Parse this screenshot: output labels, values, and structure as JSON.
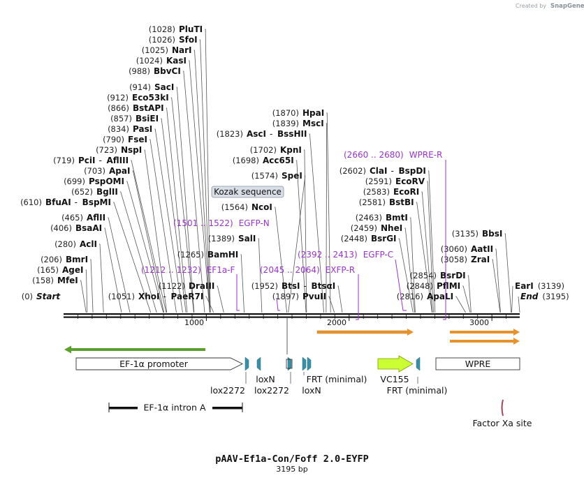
{
  "brand": {
    "created_by": "Created by",
    "app": "SnapGene"
  },
  "title": "pAAV-Ef1a-Con/Foff 2.0-EYFP",
  "length_label": "3195 bp",
  "colors": {
    "primer": "#9a32cd",
    "green_arrow": "#5aa02c",
    "orange_arrow": "#e8922c",
    "yfp": "#ccff33",
    "loxp": "#3a8fa6",
    "kozak_bg": "#d8dde6"
  },
  "ruler": {
    "start": 0,
    "end": 3195,
    "ticks": [
      1000,
      2000,
      3000
    ],
    "tick_labels": [
      "1000",
      "2000",
      "3000"
    ]
  },
  "sites": [
    {
      "pos": "(1028)",
      "name": "PluTI",
      "bp": 1028
    },
    {
      "pos": "(1026)",
      "name": "SfoI",
      "bp": 1026
    },
    {
      "pos": "(1025)",
      "name": "NarI",
      "bp": 1025
    },
    {
      "pos": "(1024)",
      "name": "KasI",
      "bp": 1024
    },
    {
      "pos": "(988)",
      "name": "BbvCI",
      "bp": 988
    },
    {
      "pos": "(914)",
      "name": "SacI",
      "bp": 914
    },
    {
      "pos": "(912)",
      "name": "Eco53kI",
      "bp": 912
    },
    {
      "pos": "(866)",
      "name": "BstAPI",
      "bp": 866
    },
    {
      "pos": "(857)",
      "name": "BsiEI",
      "bp": 857
    },
    {
      "pos": "(834)",
      "name": "PasI",
      "bp": 834
    },
    {
      "pos": "(790)",
      "name": "FseI",
      "bp": 790
    },
    {
      "pos": "(723)",
      "name": "NspI",
      "bp": 723
    },
    {
      "pos": "(719)",
      "name": "PciI",
      "name2": "AflIII",
      "bp": 719
    },
    {
      "pos": "(703)",
      "name": "ApaI",
      "bp": 703
    },
    {
      "pos": "(699)",
      "name": "PspOMI",
      "bp": 699
    },
    {
      "pos": "(652)",
      "name": "BglII",
      "bp": 652
    },
    {
      "pos": "(610)",
      "name": "BfuAI",
      "name2": "BspMI",
      "bp": 610
    },
    {
      "pos": "(465)",
      "name": "AflII",
      "bp": 465
    },
    {
      "pos": "(406)",
      "name": "BsaAI",
      "bp": 406
    },
    {
      "pos": "(280)",
      "name": "AclI",
      "bp": 280
    },
    {
      "pos": "(206)",
      "name": "BmrI",
      "bp": 206
    },
    {
      "pos": "(165)",
      "name": "AgeI",
      "bp": 165
    },
    {
      "pos": "(158)",
      "name": "MfeI",
      "bp": 158
    },
    {
      "pos": "(0)",
      "name": "Start",
      "bp": 0,
      "italic": true
    },
    {
      "pos": "(1051)",
      "name": "XhoI",
      "name2": "PaeR7I",
      "bp": 1051
    },
    {
      "pos": "(1122)",
      "name": "DraIII",
      "bp": 1122
    },
    {
      "pos": "(1265)",
      "name": "BamHI",
      "bp": 1265
    },
    {
      "pos": "(1389)",
      "name": "SalI",
      "bp": 1389
    },
    {
      "pos": "(1564)",
      "name": "NcoI",
      "bp": 1564
    },
    {
      "pos": "(1574)",
      "name": "SpeI",
      "bp": 1574
    },
    {
      "pos": "(1698)",
      "name": "Acc65I",
      "bp": 1698
    },
    {
      "pos": "(1702)",
      "name": "KpnI",
      "bp": 1702
    },
    {
      "pos": "(1823)",
      "name": "AscI",
      "name2": "BssHII",
      "bp": 1823
    },
    {
      "pos": "(1839)",
      "name": "MscI",
      "bp": 1839
    },
    {
      "pos": "(1870)",
      "name": "HpaI",
      "bp": 1870
    },
    {
      "pos": "(1952)",
      "name": "BtsI",
      "name2": "BtsαI",
      "bp": 1952
    },
    {
      "pos": "(1897)",
      "name": "PvuII",
      "bp": 1897
    },
    {
      "pos": "(2602)",
      "name": "ClaI",
      "name2": "BspDI",
      "bp": 2602
    },
    {
      "pos": "(2591)",
      "name": "EcoRV",
      "bp": 2591
    },
    {
      "pos": "(2583)",
      "name": "EcoRI",
      "bp": 2583
    },
    {
      "pos": "(2581)",
      "name": "BstBI",
      "bp": 2581
    },
    {
      "pos": "(2463)",
      "name": "BmtI",
      "bp": 2463
    },
    {
      "pos": "(2459)",
      "name": "NheI",
      "bp": 2459
    },
    {
      "pos": "(2448)",
      "name": "BsrGI",
      "bp": 2448
    },
    {
      "pos": "(2854)",
      "name": "BsrDI",
      "bp": 2854
    },
    {
      "pos": "(2848)",
      "name": "PflMI",
      "bp": 2848
    },
    {
      "pos": "(2816)",
      "name": "ApaLI",
      "bp": 2816
    },
    {
      "pos": "(3135)",
      "name": "BbsI",
      "bp": 3135
    },
    {
      "pos": "(3060)",
      "name": "AatII",
      "bp": 3060
    },
    {
      "pos": "(3058)",
      "name": "ZraI",
      "bp": 3058
    },
    {
      "pos": "(3139)",
      "name": "EarI",
      "bp": 3139
    },
    {
      "pos": "(3195)",
      "name": "End",
      "bp": 3195,
      "italic": true
    }
  ],
  "primers": [
    {
      "range": "(1501 .. 1522)",
      "name": "EGFP-N"
    },
    {
      "range": "(1212 .. 1232)",
      "name": "EF1a-F"
    },
    {
      "range": "(2045 .. 2064)",
      "name": "EXFP-R"
    },
    {
      "range": "(2392 .. 2413)",
      "name": "EGFP-C"
    },
    {
      "range": "(2660 .. 2680)",
      "name": "WPRE-R"
    }
  ],
  "kozak": "Kozak sequence",
  "features": {
    "ef1a_promoter": "EF-1α promoter",
    "wpre": "WPRE",
    "loxn_1": "loxN",
    "lox2272_1": "lox2272",
    "lox2272_2": "lox2272",
    "frt_minimal_1": "FRT (minimal)",
    "loxn_2": "loxN",
    "vc155": "VC155",
    "frt_minimal_2": "FRT (minimal)",
    "ef1a_intron": "EF-1α intron A",
    "factor_xa": "Factor Xa site"
  }
}
